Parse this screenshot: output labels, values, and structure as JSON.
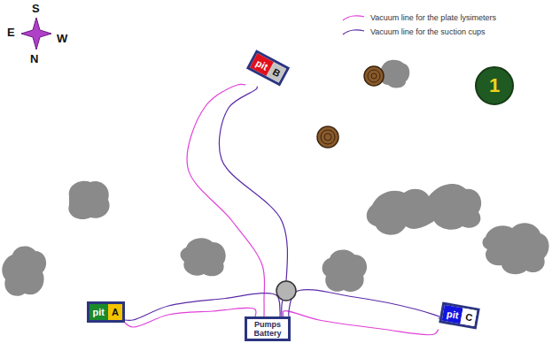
{
  "diagram": {
    "nodes": [
      {
        "text": [
          "pit",
          "B"
        ]
      },
      {
        "text": [
          "1"
        ]
      },
      {
        "text": [
          "pit",
          "A"
        ]
      },
      {
        "text": [
          "Pumps Battery"
        ]
      },
      {
        "text": [
          "pit",
          "C"
        ]
      }
    ],
    "edges": [
      {
        "from": 3,
        "to": 0,
        "arrow": "none"
      },
      {
        "from": 3,
        "to": 0,
        "arrow": "none"
      },
      {
        "from": 3,
        "to": 2,
        "arrow": "none"
      },
      {
        "from": 3,
        "to": 2,
        "arrow": "none"
      },
      {
        "from": 3,
        "to": 4,
        "arrow": "none"
      },
      {
        "from": 3,
        "to": 4,
        "arrow": "none"
      }
    ],
    "labels": [
      "S",
      "E",
      "W",
      "N"
    ],
    "legend": [
      {
        "text": "Vacuum line for the plate lysimeters"
      },
      {
        "text": "Vacuum line for the suction cups"
      }
    ]
  }
}
